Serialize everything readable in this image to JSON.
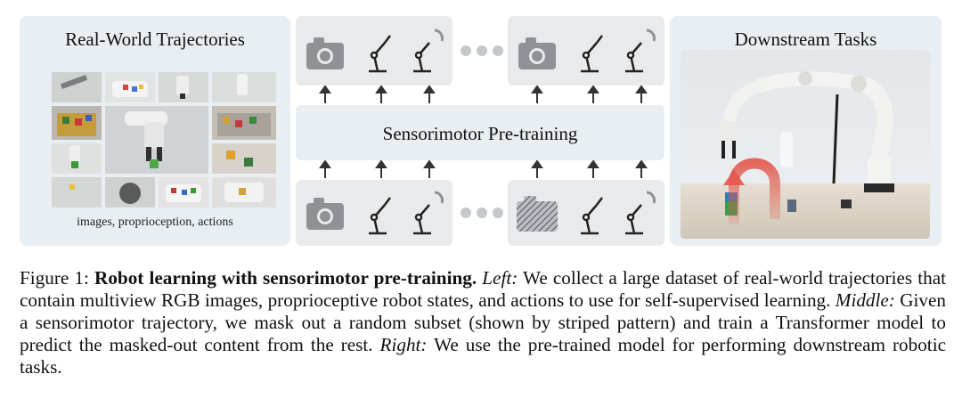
{
  "left_panel": {
    "title": "Real-World Trajectories",
    "caption": "images, proprioception, actions"
  },
  "middle": {
    "center_label": "Sensorimotor Pre-training"
  },
  "right_panel": {
    "title": "Downstream Tasks"
  },
  "figure_caption": {
    "label": "Figure 1:",
    "bold_title": "Robot learning with sensorimotor pre-training.",
    "left_label": "Left:",
    "left_text": "We collect a large dataset of real-world trajectories that contain multiview RGB images, proprioceptive robot states, and actions to use for self-supervised learning.",
    "middle_label": "Middle:",
    "middle_text": "Given a sensorimotor trajectory, we mask out a random subset (shown by striped pattern) and train a Transformer model to predict the masked-out content from the rest.",
    "right_label": "Right:",
    "right_text": "We use the pre-trained model for performing downstream robotic tasks."
  },
  "colors": {
    "panel_bg": "#e9eef2",
    "token_bg": "#e8eaec",
    "icon_gray": "#8e9297",
    "arrow": "#333333",
    "motion_arrow": "#e2574c"
  },
  "icons": [
    "camera-icon",
    "robot-arm-icon",
    "robot-gripper-rotate-icon",
    "masked-camera-icon",
    "ellipsis-icon"
  ]
}
